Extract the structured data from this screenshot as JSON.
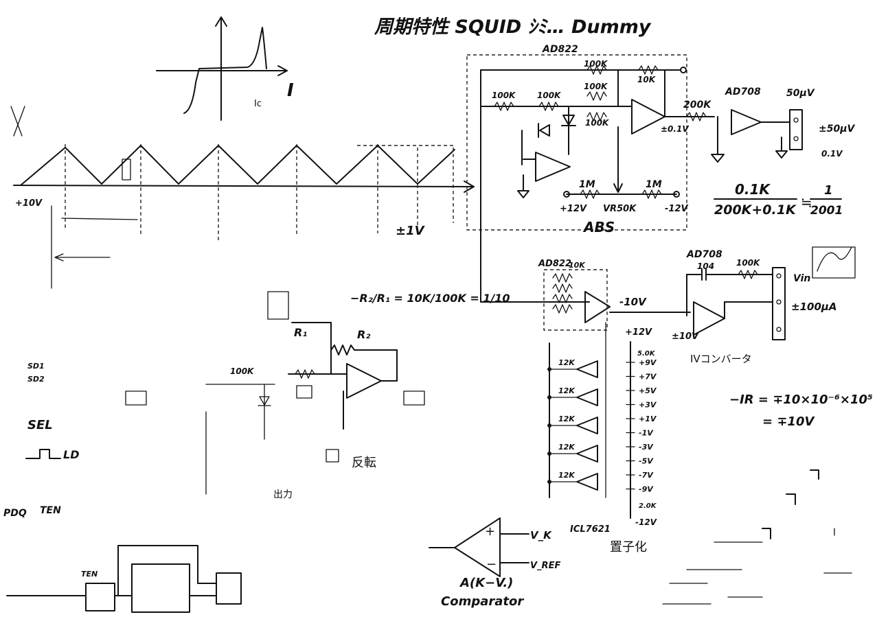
{
  "title": "周期特性 SQUID ｼﾐ… Dummy",
  "colors": {
    "ink": "#111111",
    "paper": "#ffffff"
  },
  "labels": {
    "ad822_top": "AD822",
    "resistor_100k_a": "100K",
    "resistor_100k_b": "100K",
    "resistor_100k_c": "100K",
    "resistor_100k_d": "100K",
    "resistor_100k_e": "100K",
    "resistor_10k_top": "10K",
    "resistor_200k": "200K",
    "ad708_top": "AD708",
    "out_50uv": "50μV",
    "out_pm50uv": "±50μV",
    "out_01v": "0.1V",
    "pm01v": "±0.1V",
    "res_1m_left": "1M",
    "res_1m_right": "1M",
    "plus12v": "+12V",
    "minus12v": "-12V",
    "vr50k": "VR50K",
    "abs": "ABS",
    "ratio_num": "0.1K",
    "ratio_den": "200K+0.1K",
    "ratio_result_num": "1",
    "ratio_result_den": "2001",
    "i_axis": "I",
    "ic_label": "Ic",
    "plus10v_wave": "+10V",
    "pm1v": "±1V",
    "r2_label": "R₂",
    "r1_label": "R₁",
    "gain_eq": "−R₂/R₁ = 10K/100K = 1/10",
    "r1": "R₁",
    "r2": "R₂",
    "res_100k_mid": "100K",
    "ad822_mid": "AD822",
    "res_10k_mid": "10K",
    "minus10v": "-10V",
    "ad708_mid": "AD708",
    "cap_104": "104",
    "res_100k_iv": "100K",
    "vin": "Vin",
    "pm100ua": "±100μA",
    "pm10v": "±10V",
    "iv_conv": "IVコンバータ",
    "plus12v_b": "+12V",
    "ladder_res": "12K",
    "ladder_volts": [
      "+9V",
      "+7V",
      "+5V",
      "+3V",
      "+1V",
      "-1V",
      "-3V",
      "-5V",
      "-7V",
      "-9V"
    ],
    "ladder_top_res": "5.0K",
    "ladder_mid_res": "2.0K",
    "minus12v_b": "-12V",
    "icl7621": "ICL7621",
    "kanji_bottom": "置子化",
    "ir_eq_1": "−IR = ∓10×10⁻⁶×10⁵",
    "ir_eq_2": "= ∓10V",
    "sel": "SEL",
    "ld": "LD",
    "ten_left": "TEN",
    "pdq": "PDQ",
    "ten_box": "TEN",
    "comparator_a": "A(K−V.)",
    "comparator": "Comparator",
    "vin_comp": "V_K",
    "vref": "V_REF",
    "hanten": "反転",
    "out_small": "出力",
    "sd1": "SD1",
    "sd2": "SD2"
  }
}
